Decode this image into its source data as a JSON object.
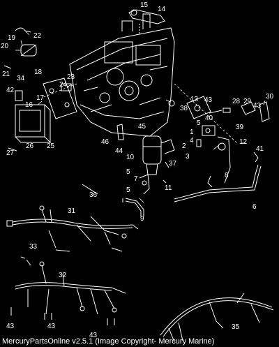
{
  "diagram": {
    "callouts": [
      "1",
      "2",
      "3",
      "4",
      "5",
      "6",
      "7",
      "8",
      "9",
      "10",
      "11",
      "12",
      "13",
      "14",
      "15",
      "16",
      "17",
      "18",
      "19",
      "20",
      "21",
      "22",
      "23",
      "24",
      "25",
      "26",
      "27",
      "28",
      "29",
      "30",
      "31",
      "32",
      "33",
      "34",
      "35",
      "36",
      "37",
      "38",
      "39",
      "40",
      "41",
      "42",
      "43",
      "44",
      "45",
      "46",
      "5",
      "5",
      "43",
      "43",
      "43",
      "43"
    ],
    "caption": "MercuryPartsOnline v2.5.1 (Image Copyright- Mercury Marine)"
  },
  "colors": {
    "background": "#000000",
    "line": "#ffffff"
  }
}
